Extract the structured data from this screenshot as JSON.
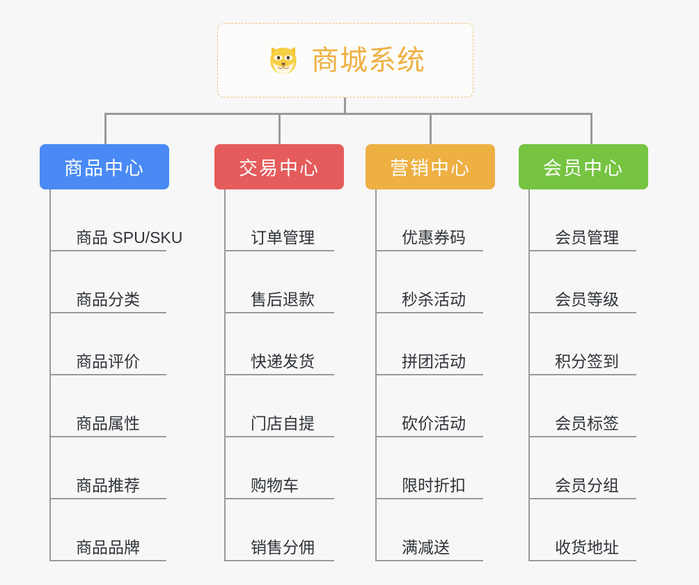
{
  "root": {
    "title": "商城系统",
    "icon": "shiba-dog-icon",
    "border_color": "#e8c279",
    "title_color": "#eeb043"
  },
  "line_color": "#9a9a9a",
  "background": "#f7f7f7",
  "categories": [
    {
      "label": "商品中心",
      "color": "#4a8af4",
      "items": [
        "商品 SPU/SKU",
        "商品分类",
        "商品评价",
        "商品属性",
        "商品推荐",
        "商品品牌"
      ]
    },
    {
      "label": "交易中心",
      "color": "#e55c5c",
      "items": [
        "订单管理",
        "售后退款",
        "快递发货",
        "门店自提",
        "购物车",
        "销售分佣"
      ]
    },
    {
      "label": "营销中心",
      "color": "#eeb043",
      "items": [
        "优惠券码",
        "秒杀活动",
        "拼团活动",
        "砍价活动",
        "限时折扣",
        "满减送"
      ]
    },
    {
      "label": "会员中心",
      "color": "#76c442",
      "items": [
        "会员管理",
        "会员等级",
        "积分签到",
        "会员标签",
        "会员分组",
        "收货地址"
      ]
    }
  ]
}
